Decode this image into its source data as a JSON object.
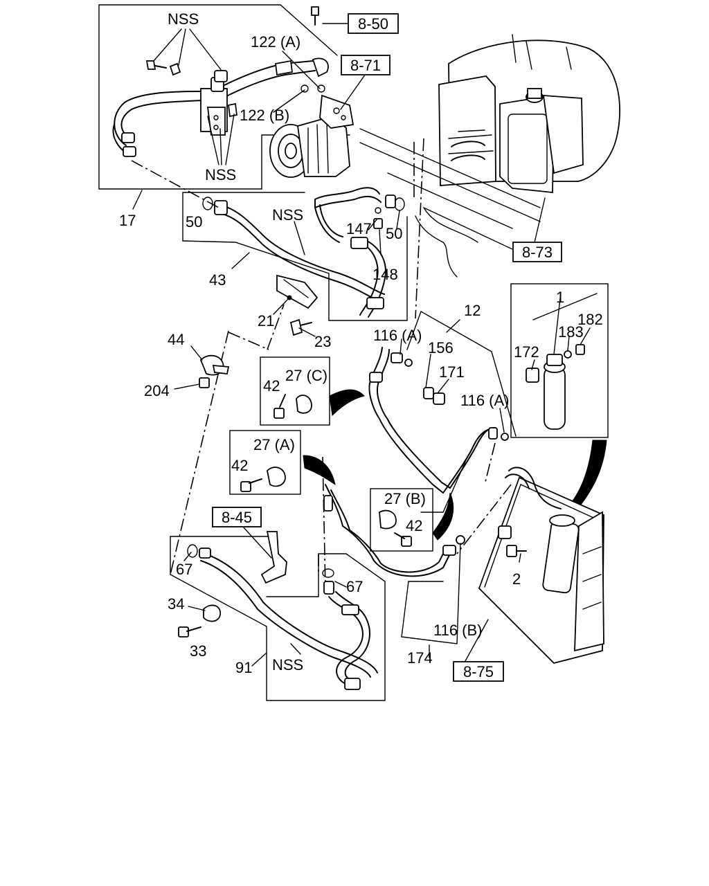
{
  "references": [
    "8-50",
    "8-71",
    "8-73",
    "8-45",
    "8-75"
  ],
  "callouts": {
    "nss": "NSS",
    "p17": "17",
    "p122a": "122 (A)",
    "p122b": "122 (B)",
    "p50": "50",
    "p43": "43",
    "p147": "147",
    "p148": "148",
    "p21": "21",
    "p23": "23",
    "p44": "44",
    "p204": "204",
    "p12": "12",
    "p116a": "116 (A)",
    "p156": "156",
    "p171": "171",
    "p27c": "27 (C)",
    "p42": "42",
    "p27a": "27 (A)",
    "p27b": "27 (B)",
    "p1": "1",
    "p182": "182",
    "p183": "183",
    "p172": "172",
    "p2": "2",
    "p67": "67",
    "p34": "34",
    "p33": "33",
    "p91": "91",
    "p116b": "116 (B)",
    "p174": "174"
  }
}
